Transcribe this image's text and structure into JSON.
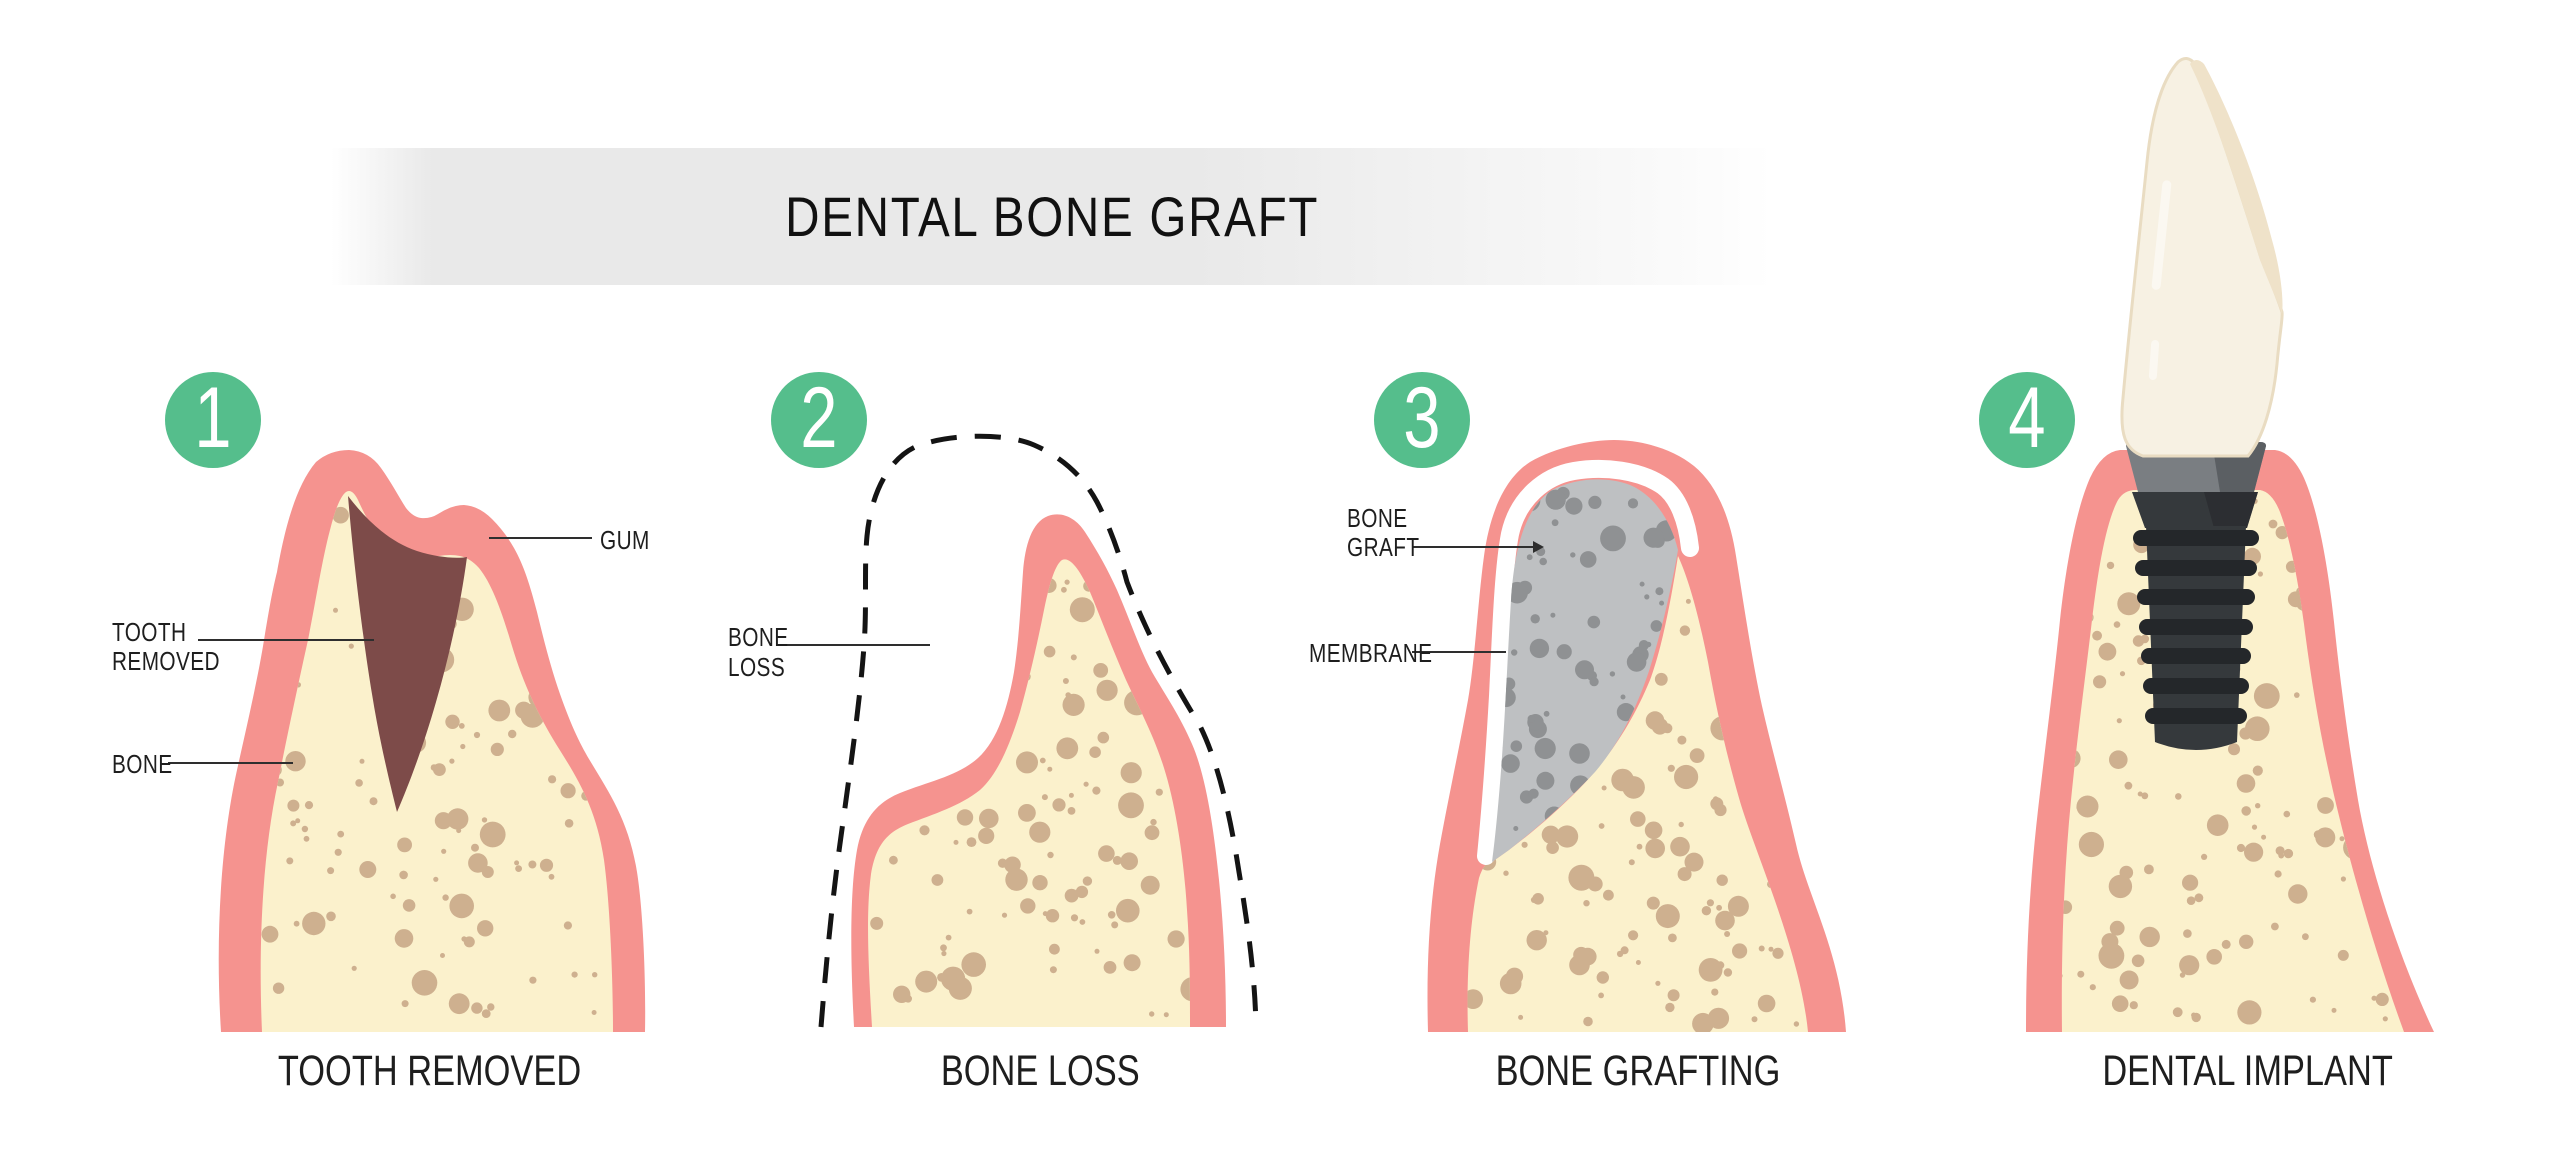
{
  "title": {
    "text": "DENTAL BONE GRAFT"
  },
  "steps": [
    {
      "number": "1",
      "caption": "TOOTH REMOVED"
    },
    {
      "number": "2",
      "caption": "BONE LOSS"
    },
    {
      "number": "3",
      "caption": "BONE GRAFTING"
    },
    {
      "number": "4",
      "caption": "DENTAL IMPLANT"
    }
  ],
  "labels": {
    "gum": "GUM",
    "tooth_removed": [
      "TOOTH",
      "REMOVED"
    ],
    "bone": "BONE",
    "bone_loss": [
      "BONE",
      "LOSS"
    ],
    "bone_graft": [
      "BONE",
      "GRAFT"
    ],
    "membrane": "MEMBRANE"
  },
  "colors": {
    "step": "#55BE8C",
    "gum": "#F5938F",
    "bone": "#FBF1CC",
    "speckle": "#CEB08F",
    "socket": "#7D4B49",
    "graft": "#BEC0C2",
    "graft_dot": "#8F9193",
    "membrane": "#FFFFFF",
    "implant": "#35393C",
    "implant_dark": "#24272A",
    "abutment": "#7A7E82",
    "abutment_dark": "#5B5F63",
    "crown": "#F7F1E3",
    "crown_shade": "#EFE2C9",
    "crown_outline": "#E9DCC2",
    "band": "#E9E9E9",
    "text": "#1E1E1E",
    "line": "#2E2E2E",
    "dash": "#141414"
  }
}
